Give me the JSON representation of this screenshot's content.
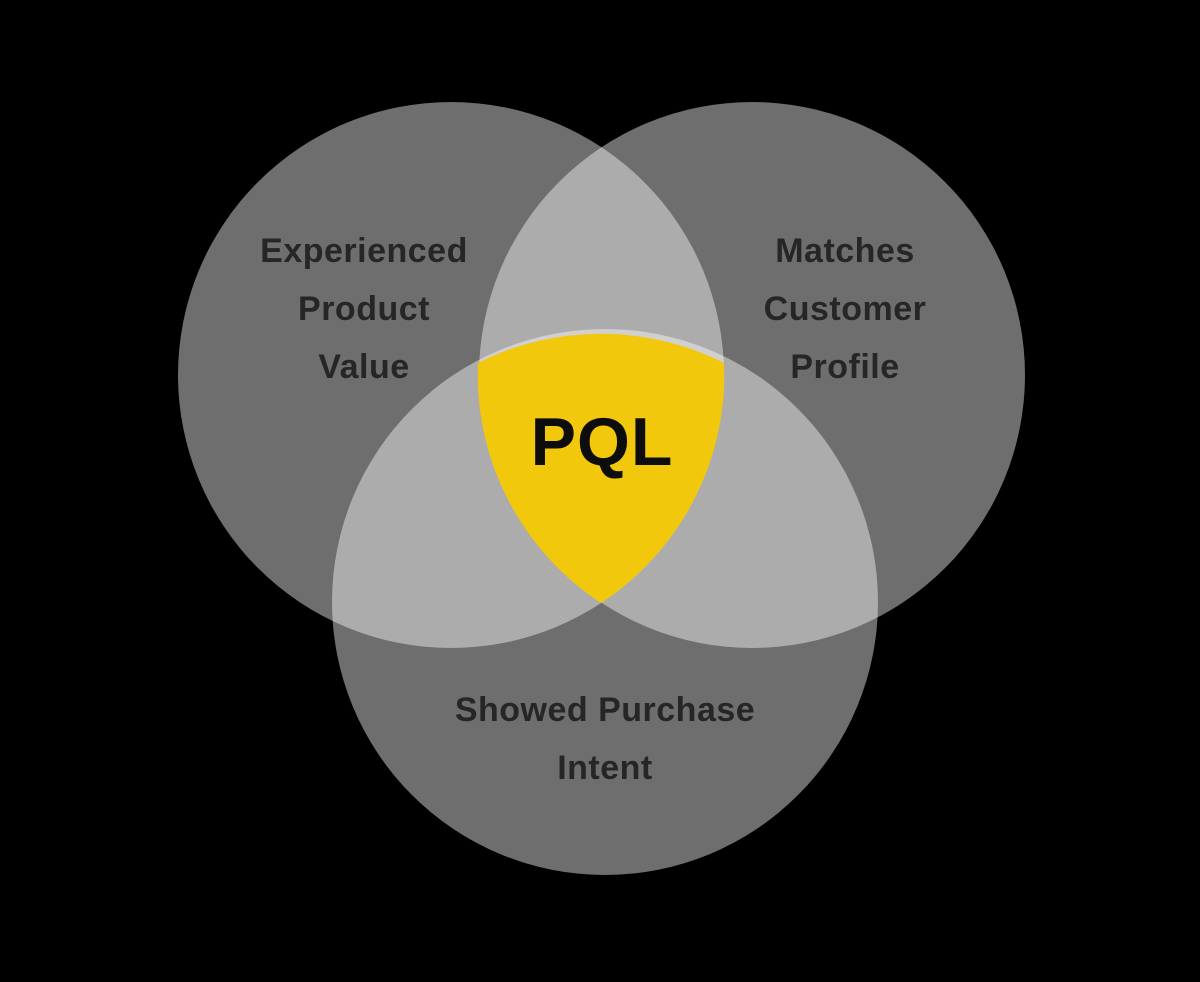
{
  "diagram": {
    "type": "venn",
    "description": "Three-circle Venn diagram defining a Product Qualified Lead (PQL) as the intersection of three criteria",
    "sets": [
      {
        "id": "experienced-product-value",
        "name": "Experienced Product Value",
        "label_lines": "Experienced\nProduct\nValue",
        "position": "top-left"
      },
      {
        "id": "matches-customer-profile",
        "name": "Matches Customer Profile",
        "label_lines": "Matches\nCustomer\nProfile",
        "position": "top-right"
      },
      {
        "id": "showed-purchase-intent",
        "name": "Showed Purchase Intent",
        "label_lines": "Showed Purchase\nIntent",
        "position": "bottom"
      }
    ],
    "triple_intersection_label": "PQL",
    "colors": {
      "background": "#000000",
      "circle_fill": "#ffffff",
      "circle_single_rendered": "#6e6e6e",
      "circle_overlap_rendered": "#acacac",
      "intersection_fill": "#f1c80c",
      "set_label_text": "#262626",
      "intersection_text": "#0d0d0d"
    }
  }
}
